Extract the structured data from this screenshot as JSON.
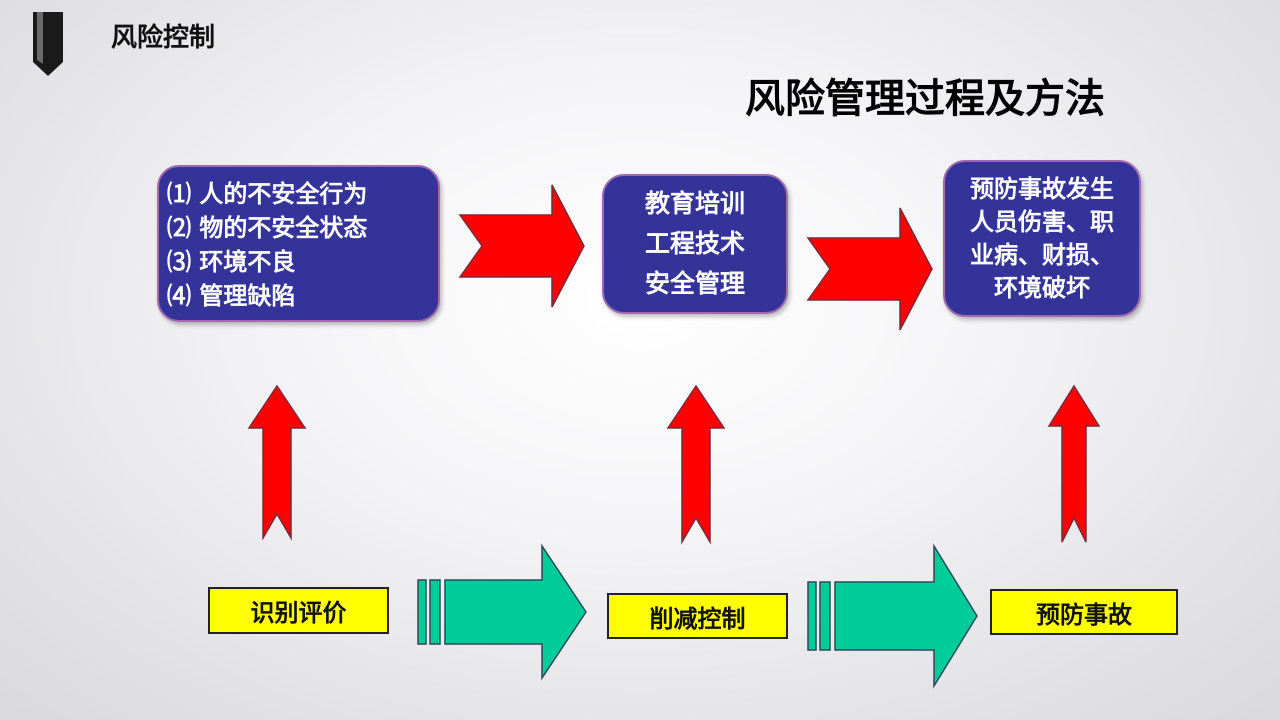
{
  "header": {
    "title": "风险控制"
  },
  "main_title": "风险管理过程及方法",
  "boxes": {
    "causes": {
      "lines": [
        "⑴ 人的不安全行为",
        "⑵ 物的不安全状态",
        "⑶ 环境不良",
        "⑷ 管理缺陷"
      ]
    },
    "measures": {
      "lines": [
        "教育培训",
        "工程技术",
        "安全管理"
      ]
    },
    "prevent": {
      "lines": [
        "预防事故发生",
        "人员伤害、职",
        "业病、财损、",
        "环境破坏"
      ]
    }
  },
  "labels": {
    "identify": "识别评价",
    "reduce": "削减控制",
    "prevent": "预防事故"
  },
  "colors": {
    "box_fill": "#34339a",
    "red_arrow": "#ff0000",
    "teal_arrow": "#00cc99",
    "label_fill": "#ffff00"
  }
}
